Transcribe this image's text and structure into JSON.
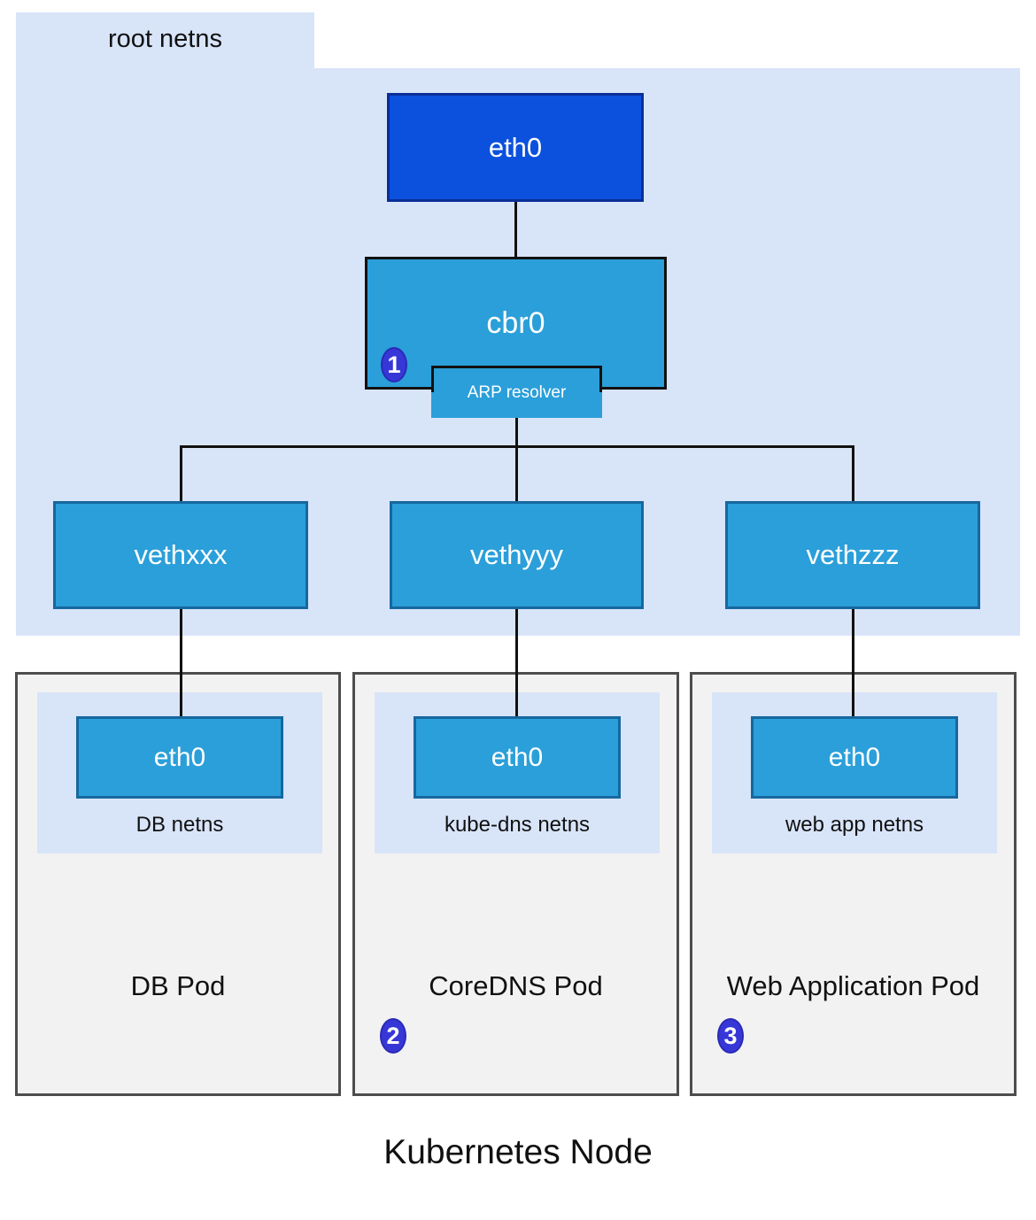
{
  "title": "Kubernetes Node",
  "root_netns": {
    "label": "root netns",
    "eth0": "eth0",
    "bridge": "cbr0",
    "arp": "ARP resolver",
    "veth": [
      "vethxxx",
      "vethyyy",
      "vethzzz"
    ],
    "badge": "1"
  },
  "pods": [
    {
      "title": "DB Pod",
      "netns": "DB netns",
      "iface": "eth0"
    },
    {
      "title": "CoreDNS Pod",
      "netns": "kube-dns netns",
      "iface": "eth0",
      "badge": "2"
    },
    {
      "title": "Web Application Pod",
      "netns": "web app netns",
      "iface": "eth0",
      "badge": "3"
    }
  ],
  "colors": {
    "root_bg": "#d8e4f8",
    "node_blue": "#2b9fd9",
    "uplink_blue": "#0b51dd",
    "badge_blue": "#3737d8",
    "pod_bg": "#f2f2f2",
    "pod_border": "#4d4d4d",
    "line": "#111111"
  }
}
